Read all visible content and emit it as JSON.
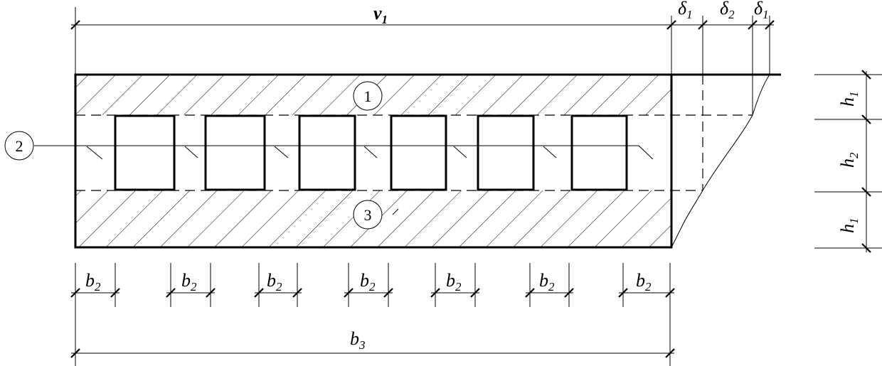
{
  "labels": {
    "v1": {
      "main": "v",
      "sub": "1"
    },
    "delta1_left": {
      "main": "δ",
      "sub": "1"
    },
    "delta2": {
      "main": "δ",
      "sub": "2"
    },
    "delta1_right": {
      "main": "δ",
      "sub": "1"
    },
    "h1_top": {
      "main": "h",
      "sub": "1"
    },
    "h2": {
      "main": "h",
      "sub": "2"
    },
    "h1_bottom": {
      "main": "h",
      "sub": "1"
    },
    "b2": {
      "main": "b",
      "sub": "2"
    },
    "b3": {
      "main": "b",
      "sub": "3"
    }
  },
  "callouts": [
    "1",
    "2",
    "3"
  ]
}
